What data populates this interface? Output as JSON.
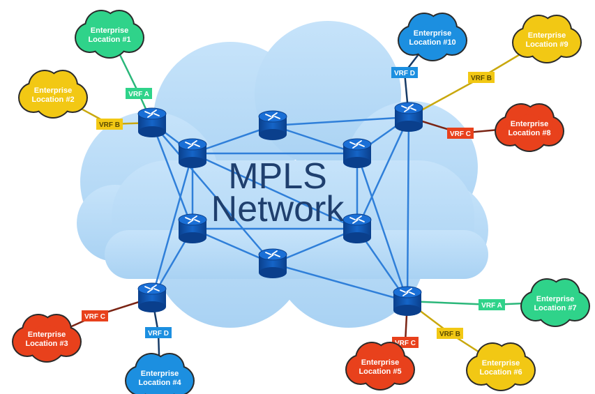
{
  "title": {
    "line1": "MPLS",
    "line2": "Network"
  },
  "colors": {
    "green": "#2fd38a",
    "yellow": "#f2c814",
    "red": "#e8411c",
    "blue": "#1c8fe0",
    "cloud": "#b7dbf7",
    "link": "#2f7fd9",
    "router": "#0d4fa8",
    "dark_red_line": "#6a1a10"
  },
  "locations": [
    {
      "id": "loc1",
      "text": [
        "Enterprise",
        "Location #1"
      ],
      "color": "green"
    },
    {
      "id": "loc2",
      "text": [
        "Enterprise",
        "Location #2"
      ],
      "color": "yellow"
    },
    {
      "id": "loc3",
      "text": [
        "Enterprise",
        "Location #3"
      ],
      "color": "red"
    },
    {
      "id": "loc4",
      "text": [
        "Enterprise",
        "Location #4"
      ],
      "color": "blue"
    },
    {
      "id": "loc5",
      "text": [
        "Enterprise",
        "Location #5"
      ],
      "color": "red"
    },
    {
      "id": "loc6",
      "text": [
        "Enterprise",
        "Location #6"
      ],
      "color": "yellow"
    },
    {
      "id": "loc7",
      "text": [
        "Enterprise",
        "Location #7"
      ],
      "color": "green"
    },
    {
      "id": "loc8",
      "text": [
        "Enterprise",
        "Location #8"
      ],
      "color": "red"
    },
    {
      "id": "loc9",
      "text": [
        "Enterprise",
        "Location #9"
      ],
      "color": "yellow"
    },
    {
      "id": "loc10",
      "text": [
        "Enterprise",
        "Location #10"
      ],
      "color": "blue"
    }
  ],
  "vrfs": [
    {
      "id": "vrfA1",
      "label": "VRF A",
      "color": "green"
    },
    {
      "id": "vrfB2",
      "label": "VRF B",
      "color": "yellow"
    },
    {
      "id": "vrfC3",
      "label": "VRF C",
      "color": "red"
    },
    {
      "id": "vrfD4",
      "label": "VRF D",
      "color": "blue"
    },
    {
      "id": "vrfC5",
      "label": "VRF C",
      "color": "red"
    },
    {
      "id": "vrfB6",
      "label": "VRF B",
      "color": "yellow"
    },
    {
      "id": "vrfA7",
      "label": "VRF A",
      "color": "green"
    },
    {
      "id": "vrfC8",
      "label": "VRF C",
      "color": "red"
    },
    {
      "id": "vrfB9",
      "label": "VRF B",
      "color": "yellow"
    },
    {
      "id": "vrfD10",
      "label": "VRF D",
      "color": "blue"
    }
  ]
}
